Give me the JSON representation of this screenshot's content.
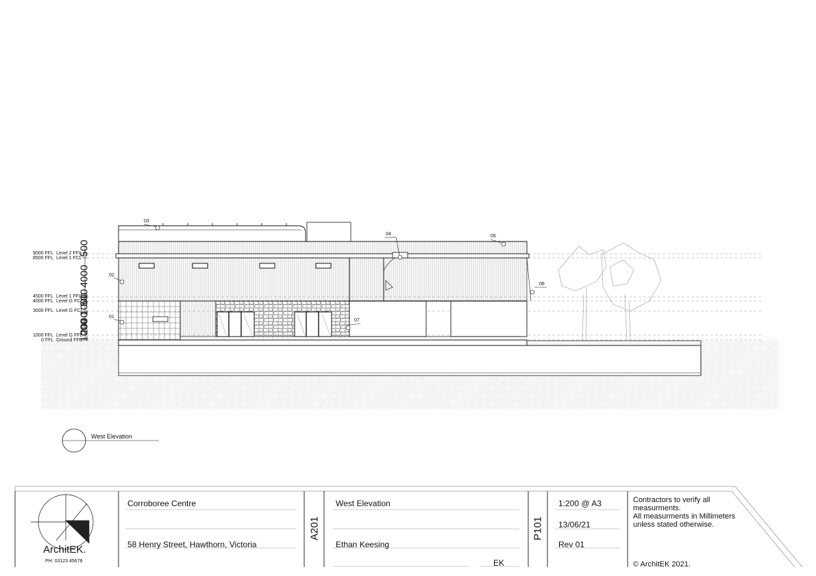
{
  "drawing": {
    "levels": [
      {
        "elev": "9000 FFL",
        "name": "Level 2 FFL"
      },
      {
        "elev": "8500 FFL",
        "name": "Level 1 FCL"
      },
      {
        "elev": "4500 FFL",
        "name": "Level 1 FFL"
      },
      {
        "elev": "4000 FFL",
        "name": "Level G FCL"
      },
      {
        "elev": "3000 FFL",
        "name": "Level G FCL"
      },
      {
        "elev": "1000 FFL",
        "name": "Level G FFL"
      },
      {
        "elev": "0 FFL",
        "name": "Ground FFL"
      }
    ],
    "dims": [
      "500",
      "4000",
      "500",
      "1000",
      "2000",
      "1000"
    ],
    "callouts": [
      "01",
      "02",
      "03",
      "04",
      "05",
      "06",
      "07"
    ],
    "view_title": "West Elevation"
  },
  "title_block": {
    "logo_text": "ArchitEK.",
    "phone": "PH: 03123 45678",
    "project": "Corroboree Centre",
    "address": "58 Henry Street, Hawthorn, Victoria",
    "sheet_no": "A201",
    "drawing_name": "West Elevation",
    "drawn_by": "Ethan Keesing",
    "initials": "EK",
    "revision_code": "P101",
    "scale": "1:200 @ A3",
    "date": "13/06/21",
    "revision": "Rev 01",
    "notes": [
      "Contractors to verify all measurments.",
      "All measurments in Millimeters unless stated otherwise."
    ],
    "copyright": "© ArchitEK 2021."
  }
}
